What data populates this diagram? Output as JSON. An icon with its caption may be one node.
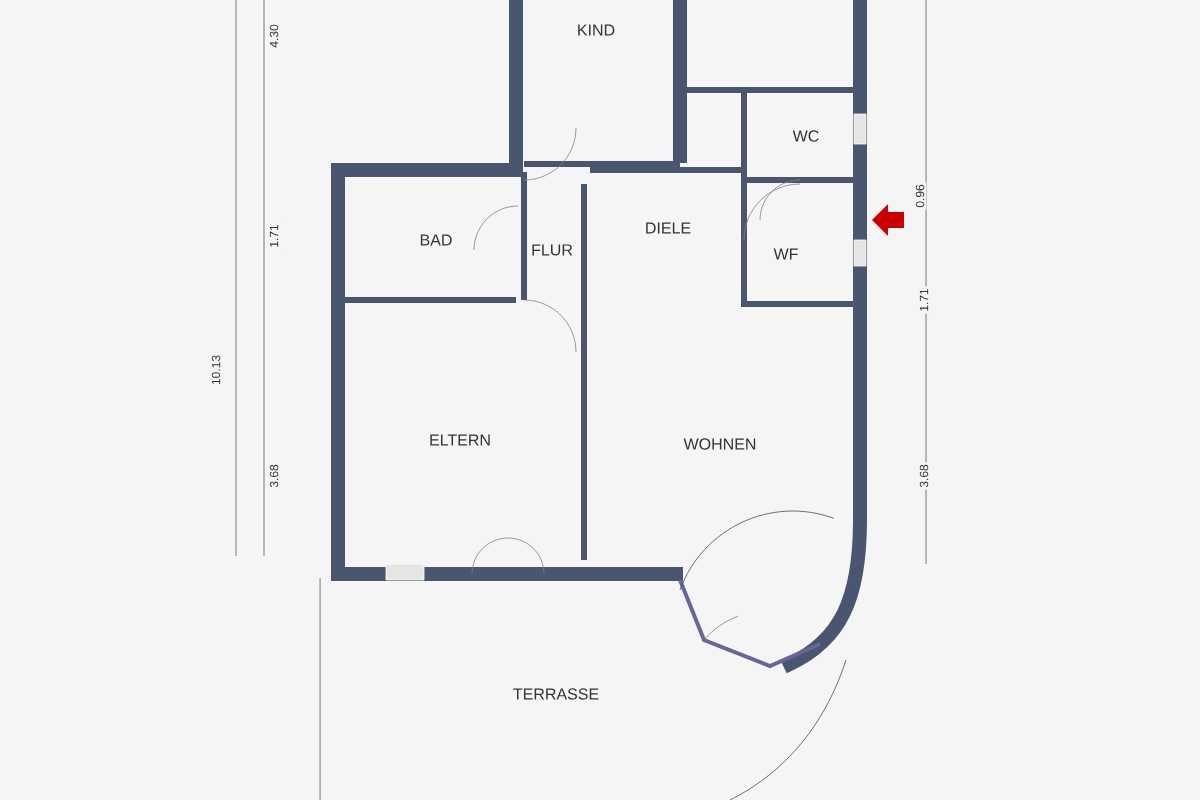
{
  "diagram": {
    "labels": [
      "4.30",
      "KIND",
      "0.96",
      "WC",
      "10.13",
      "1.71",
      "BAD",
      "FLUR",
      "DIELE",
      "WF",
      "1.71",
      "ELTERN",
      "WOHNEN",
      "3.68",
      "3.68",
      "TERRASSE"
    ]
  }
}
